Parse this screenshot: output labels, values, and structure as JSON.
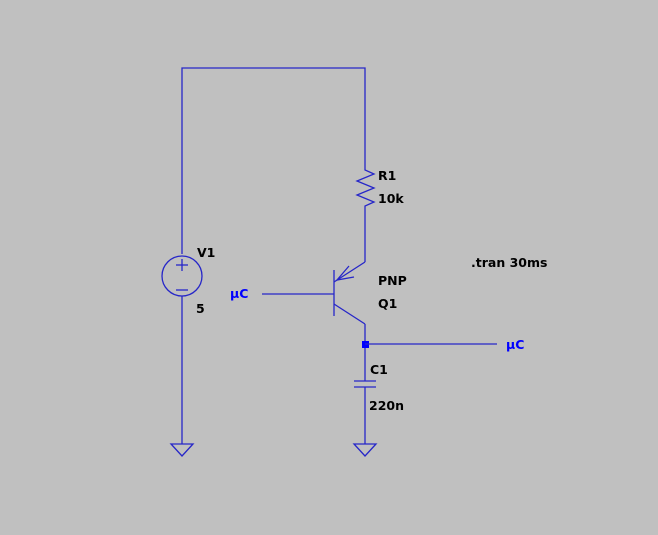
{
  "schematic": {
    "colors": {
      "background": "#c0c0c0",
      "wire": "#2626c8",
      "component_text": "#000000",
      "net_label": "#0000ff"
    },
    "components": {
      "v1": {
        "name": "V1",
        "value": "5"
      },
      "r1": {
        "name": "R1",
        "value": "10k"
      },
      "q1": {
        "name": "Q1",
        "type": "PNP"
      },
      "c1": {
        "name": "C1",
        "value": "220n"
      }
    },
    "net_labels": {
      "base": "µC",
      "output": "µC"
    },
    "directive": ".tran 30ms"
  }
}
